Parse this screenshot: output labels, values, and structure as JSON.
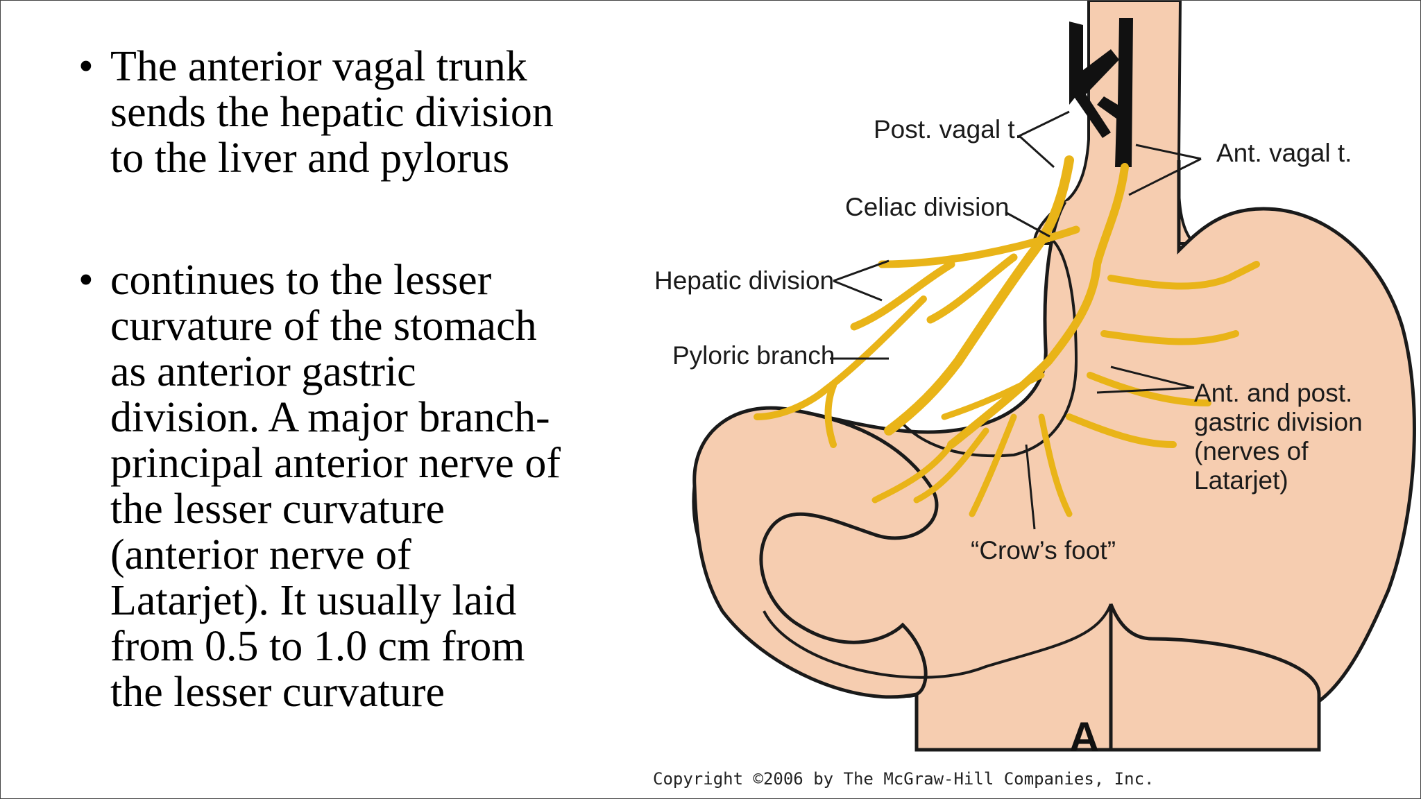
{
  "bullets": [
    {
      "bullet": "•",
      "lines": [
        "The anterior vagal trunk",
        "sends the hepatic division",
        "to the liver and pylorus"
      ]
    },
    {
      "bullet": "•",
      "lines": [
        "continues to the lesser",
        "curvature of the stomach",
        "as anterior gastric",
        "division. A major branch-",
        "principal anterior nerve of",
        "the lesser curvature",
        "(anterior nerve of",
        "Latarjet). It usually laid",
        "from 0.5 to 1.0 cm from",
        "the lesser curvature"
      ]
    }
  ],
  "figure": {
    "labels": {
      "post_vagal": "Post. vagal t.",
      "ant_vagal": "Ant. vagal t.",
      "celiac": "Celiac division",
      "hepatic": "Hepatic division",
      "pyloric": "Pyloric branch",
      "gastric_1": "Ant. and post.",
      "gastric_2": "gastric division",
      "gastric_3": "(nerves of",
      "gastric_4": "Latarjet)",
      "crows_foot": "“Crow’s foot”"
    },
    "panel_letter": "A",
    "copyright": "Copyright ©2006 by The McGraw-Hill Companies, Inc.",
    "colors": {
      "stomach": "#F6CDB0",
      "nerve": "#E9B418",
      "outline": "#1a1a1a"
    }
  }
}
